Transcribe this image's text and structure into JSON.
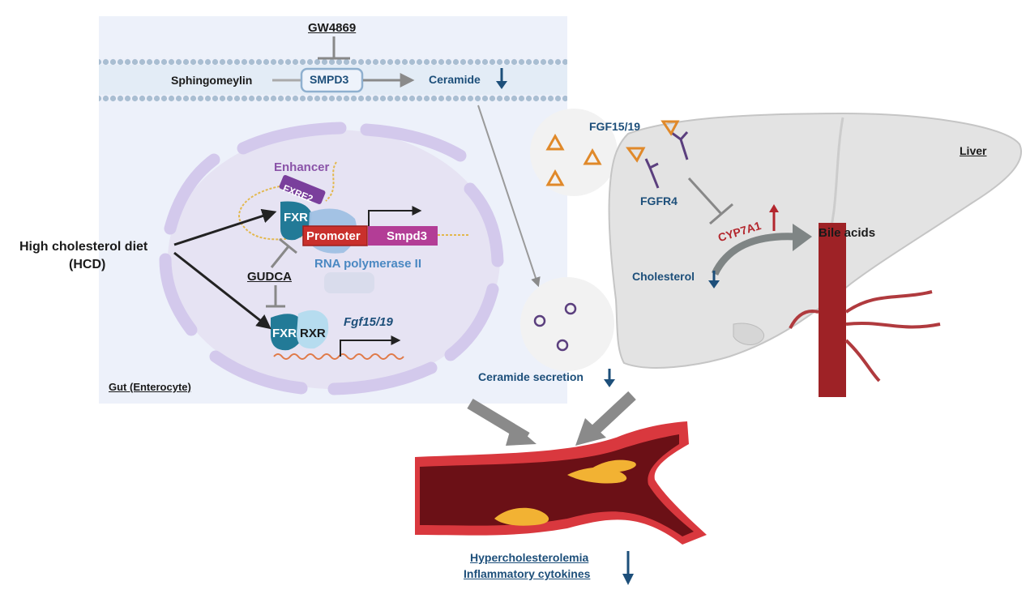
{
  "labels": {
    "gw4869": "GW4869",
    "sphingomyelin": "Sphingomeylin",
    "smpd3_enzyme": "SMPD3",
    "ceramide": "Ceramide",
    "enhancer": "Enhancer",
    "fxre2": "FXRE2",
    "fxr_top": "FXR",
    "promoter": "Promoter",
    "smpd3_gene": "Smpd3",
    "rna_pol": "RNA polymerase II",
    "hcd_line1": "High cholesterol diet",
    "hcd_line2": "(HCD)",
    "gudca": "GUDCA",
    "fxr_bottom": "FXR",
    "rxr": "RXR",
    "fgf_gene": "Fgf15/19",
    "gut": "Gut (Enterocyte)",
    "ceramide_secretion": "Ceramide secretion",
    "fgf_protein": "FGF15/19",
    "fgfr4": "FGFR4",
    "liver": "Liver",
    "cyp7a1": "CYP7A1",
    "bile_acids": "Bile acids",
    "cholesterol": "Cholesterol",
    "hyperchol": "Hypercholesterolemia",
    "inflam": "Inflammatory cytokines"
  },
  "colors": {
    "navy": "#1d4f7a",
    "crimson": "#b3262d",
    "purple": "#8a53a8",
    "orange": "#e0892a",
    "gut_bg": "#edf1fa",
    "liver": "#e3e3e3"
  }
}
